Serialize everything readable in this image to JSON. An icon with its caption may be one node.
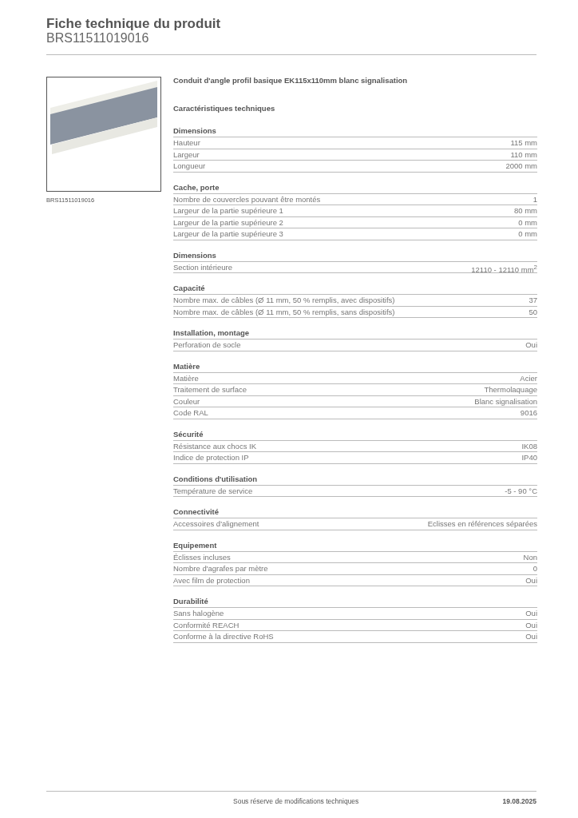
{
  "diagram": {
    "title": "Fiche technique du produit",
    "nodes": [
      {
        "text": [],
        "shape": "picture",
        "beside": [
          "BRS11511019016"
        ]
      }
    ],
    "labels": [
      "BRS11511019016",
      "Conduit d'angle profil basique EK115x110mm blanc signalisation",
      "Caractéristiques techniques",
      "Dimensions",
      "Hauteur",
      "115 mm",
      "Largeur",
      "110 mm",
      "Longueur",
      "2000 mm",
      "Cache, porte",
      "Nombre de couvercles pouvant être montés",
      "1",
      "Largeur de la partie supérieure 1",
      "80 mm",
      "Largeur de la partie supérieure 2",
      "0 mm",
      "Largeur de la partie supérieure 3",
      "0 mm",
      "Dimensions",
      "Section intérieure",
      "12110 - 12110 mm$^{2}$",
      "Capacité",
      "Nombre max. de câbles (Ø 11 mm, 50 % remplis, avec dispositifs)",
      "37",
      "Nombre max. de câbles (Ø 11 mm, 50 % remplis, sans dispositifs)",
      "50",
      "Installation, montage",
      "Perforation de socle",
      "Oui",
      "Matière",
      "Matière",
      "Acier",
      "Traitement de surface",
      "Thermolaquage",
      "Couleur",
      "Blanc signalisation",
      "Code RAL",
      "9016",
      "Sécurité",
      "Résistance aux chocs IK",
      "IK08",
      "Indice de protection IP",
      "IP40",
      "Conditions d'utilisation",
      "Température de service",
      "-5 - 90 °C",
      "Connectivité",
      "Accessoires d'alignement",
      "Eclisses en références séparées",
      "Equipement",
      "Éclisses incluses",
      "Non",
      "Nombre d'agrafes par mètre",
      "0",
      "Avec film de protection",
      "Oui",
      "Durabilité",
      "Sans halogène",
      "Oui",
      "Conformité REACH",
      "Oui",
      "Conforme à la directive RoHS",
      "Oui",
      "Sous réserve de modifications techniques",
      "19.08.2025"
    ]
  }
}
